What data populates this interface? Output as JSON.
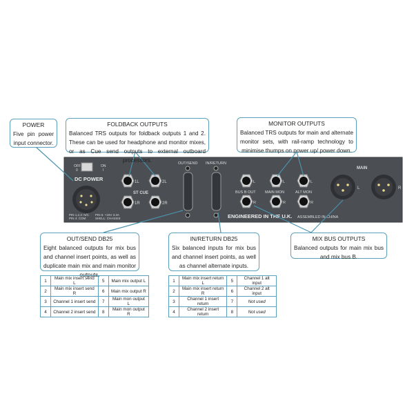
{
  "panel": {
    "switch_off": "OFF",
    "switch_off_sym": "0",
    "switch_on": "ON",
    "switch_on_sym": "I",
    "dc_power": "DC POWER",
    "pin_left": "PIN 1,2,3: N/C\nPIN 4: COM",
    "pin_left_1": "PIN 1,2,3: N/C",
    "pin_left_2": "PIN 4: COM",
    "pin_right_1": "PIN 5: +15V 3.3A",
    "pin_right_2": "SHELL: CHASSIS",
    "st_cue": "ST CUE",
    "j1l": "1L",
    "j2l": "2L",
    "j1r": "1R",
    "j2r": "2R",
    "out_send": "OUT/SEND",
    "in_return": "IN/RETURN",
    "bus_b_out": "BUS B OUT",
    "main_mon": "MAIN MON",
    "alt_mon": "ALT MON",
    "L": "L",
    "R": "R",
    "main": "MAIN",
    "engineered": "ENGINEERED IN THE U.K.",
    "assembled": "ASSEMBLED IN CHINA",
    "color": "#4b4e53"
  },
  "callouts": {
    "power": {
      "title": "POWER",
      "desc": "Five pin power input connector."
    },
    "foldback": {
      "title": "FOLDBACK OUTPUTS",
      "desc": "Balanced TRS outputs for foldback outputs 1 and 2. These can be used for headphone and monitor mixes, or as Cue send outputs to external outboard processors."
    },
    "monitor": {
      "title": "MONITOR OUTPUTS",
      "desc": "Balanced TRS outputs for main and alternate monitor sets, with rail-ramp technology to minimise thumps on power up/ power down."
    },
    "out_send": {
      "title": "OUT/SEND DB25",
      "desc": "Eight balanced outputs for mix bus and channel insert points, as well as duplicate main mix and main monitor outputs."
    },
    "in_return": {
      "title": "IN/RETURN DB25",
      "desc": "Six balanced inputs for mix bus and channel insert points, as well as channel alternate inputs."
    },
    "mix_bus": {
      "title": "MIX BUS OUTPUTS",
      "desc": "Balanced outputs for main mix bus and mix bus B."
    }
  },
  "out_table": [
    [
      "1",
      "Main mix insert send L",
      "5",
      "Main mix output L"
    ],
    [
      "2",
      "Main mix insert send R",
      "6",
      "Main mix output R"
    ],
    [
      "3",
      "Channel 1 insert send",
      "7",
      "Main mon output L"
    ],
    [
      "4",
      "Channel 2 insert send",
      "8",
      "Main mon output R"
    ]
  ],
  "in_table": [
    [
      "1",
      "Main mix insert return L",
      "5",
      "Channel 1 alt input"
    ],
    [
      "2",
      "Main mix insert return R",
      "6",
      "Channel 2 alt input"
    ],
    [
      "3",
      "Channel 1 insert return",
      "7",
      "Not used"
    ],
    [
      "4",
      "Channel 2 insert return",
      "8",
      "Not used"
    ]
  ],
  "accent": "#5aa0bb"
}
